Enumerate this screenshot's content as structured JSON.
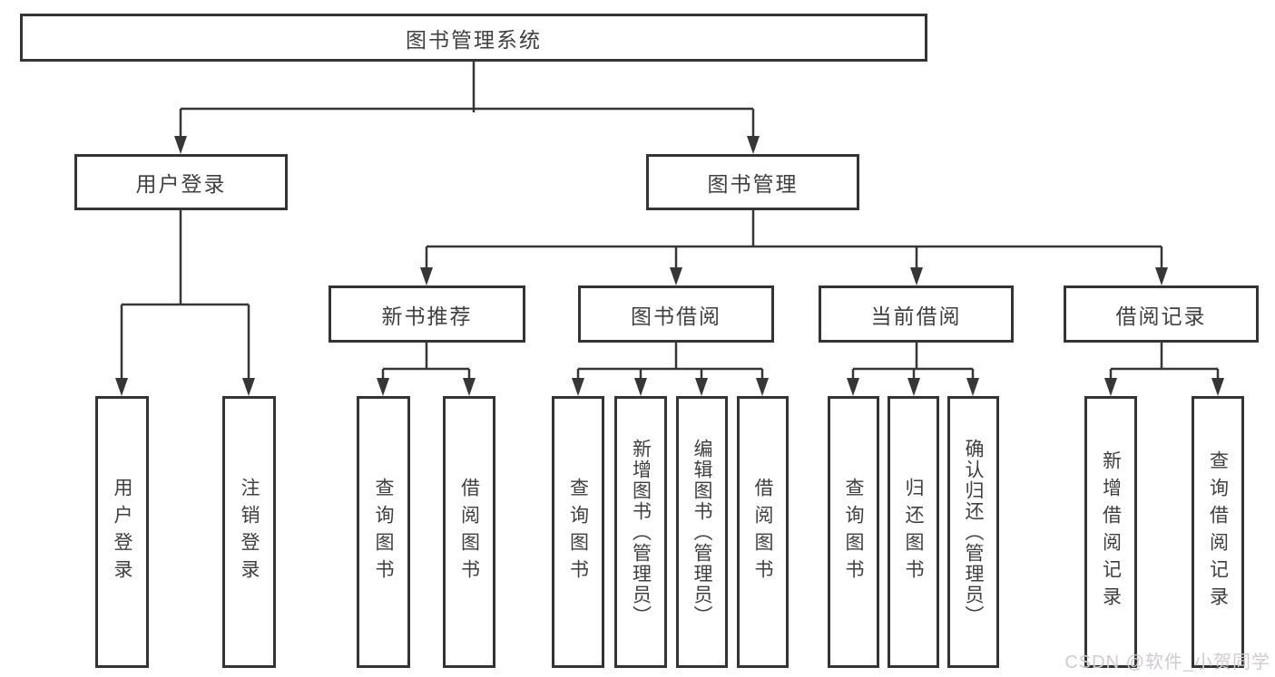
{
  "diagram": {
    "root": {
      "label": "图书管理系统"
    },
    "children": [
      {
        "label": "用户登录",
        "children": [
          {
            "label": "用户登录"
          },
          {
            "label": "注销登录"
          }
        ]
      },
      {
        "label": "图书管理",
        "children": [
          {
            "label": "新书推荐",
            "children": [
              {
                "label": "查询图书"
              },
              {
                "label": "借阅图书"
              }
            ]
          },
          {
            "label": "图书借阅",
            "children": [
              {
                "label": "查询图书"
              },
              {
                "label": "新增图书（管理员）"
              },
              {
                "label": "编辑图书（管理员）"
              },
              {
                "label": "借阅图书"
              }
            ]
          },
          {
            "label": "当前借阅",
            "children": [
              {
                "label": "查询图书"
              },
              {
                "label": "归还图书"
              },
              {
                "label": "确认归还（管理员）"
              }
            ]
          },
          {
            "label": "借阅记录",
            "children": [
              {
                "label": "新增借阅记录"
              },
              {
                "label": "查询借阅记录"
              }
            ]
          }
        ]
      }
    ]
  },
  "watermark": {
    "text": "CSDN @软件_小贺同学"
  },
  "colors": {
    "line": "#363636",
    "border": "#343434",
    "text": "#3f3f3f",
    "watermark": "#cfcbcf",
    "background": "#ffffff"
  }
}
